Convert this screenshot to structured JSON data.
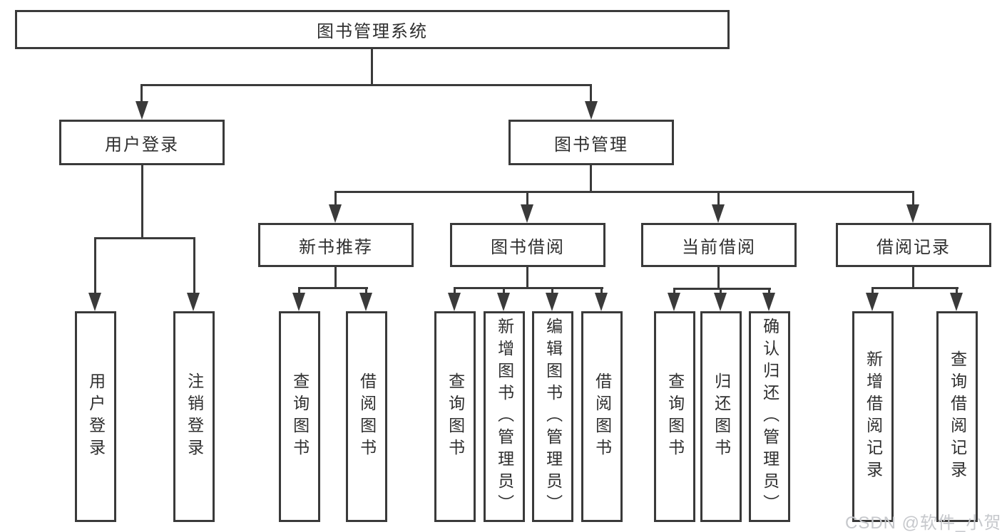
{
  "tree": {
    "label": "图书管理系统",
    "children": [
      {
        "label": "用户登录",
        "children": [
          {
            "label": "用户登录"
          },
          {
            "label": "注销登录"
          }
        ]
      },
      {
        "label": "图书管理",
        "children": [
          {
            "label": "新书推荐",
            "children": [
              {
                "label": "查询图书"
              },
              {
                "label": "借阅图书"
              }
            ]
          },
          {
            "label": "图书借阅",
            "children": [
              {
                "label": "查询图书"
              },
              {
                "label": "新增图书（管理员）"
              },
              {
                "label": "编辑图书（管理员）"
              },
              {
                "label": "借阅图书"
              }
            ]
          },
          {
            "label": "当前借阅",
            "children": [
              {
                "label": "查询图书"
              },
              {
                "label": "归还图书"
              },
              {
                "label": "确认归还（管理员）"
              }
            ]
          },
          {
            "label": "借阅记录",
            "children": [
              {
                "label": "新增借阅记录"
              },
              {
                "label": "查询借阅记录"
              }
            ]
          }
        ]
      }
    ]
  },
  "watermark": "CSDN @软件_小贺同学",
  "colors": {
    "line": "#3a3a3a",
    "text": "#2f2f2f",
    "watermark": "#c6c8cc",
    "background": "#ffffff"
  }
}
